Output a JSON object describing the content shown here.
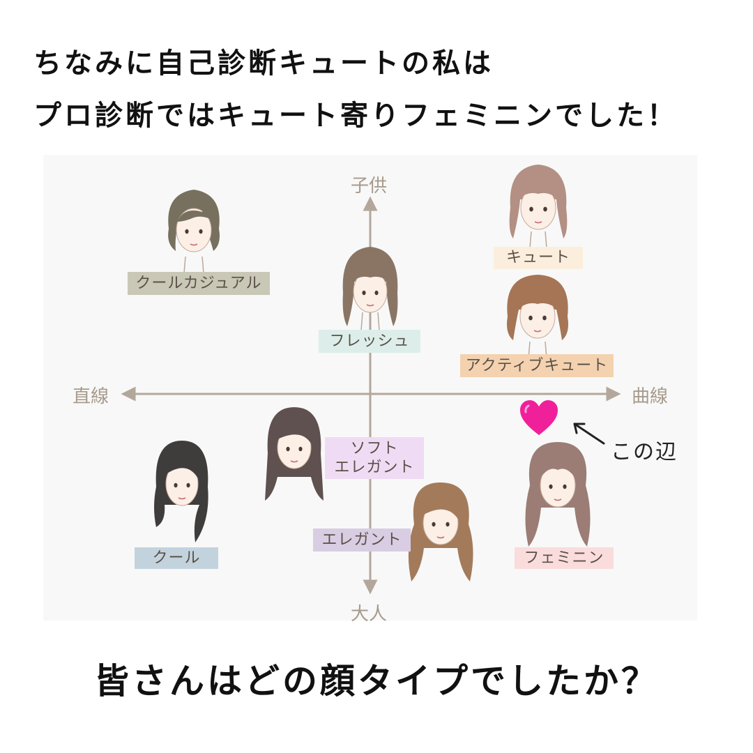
{
  "headline": {
    "line1": "ちなみに自己診断キュートの私は",
    "line2": "プロ診断ではキュート寄りフェミニンでした！"
  },
  "axes": {
    "top": "子供",
    "bottom": "大人",
    "left": "直線",
    "right": "曲線"
  },
  "types": {
    "cool_casual": "クールカジュアル",
    "fresh": "フレッシュ",
    "cute": "キュート",
    "active_cute": "アクティブキュート",
    "soft_elegant_1": "ソフト",
    "soft_elegant_2": "エレガント",
    "elegant": "エレガント",
    "cool": "クール",
    "feminine": "フェミニン"
  },
  "note": "この辺",
  "question": "皆さんはどの顔タイプでしたか？",
  "colors": {
    "cool_casual": "#c9c7b6",
    "fresh": "#ddeeea",
    "cute": "#fbeedc",
    "active_cute": "#f4d2b0",
    "soft_elegant": "#efdcf4",
    "elegant": "#d9cde3",
    "cool": "#c3d3de",
    "feminine": "#fadcdd",
    "heart": "#f0209b",
    "axis": "#b3a79b"
  },
  "icons": [
    "heart-icon",
    "arrow-icon"
  ]
}
